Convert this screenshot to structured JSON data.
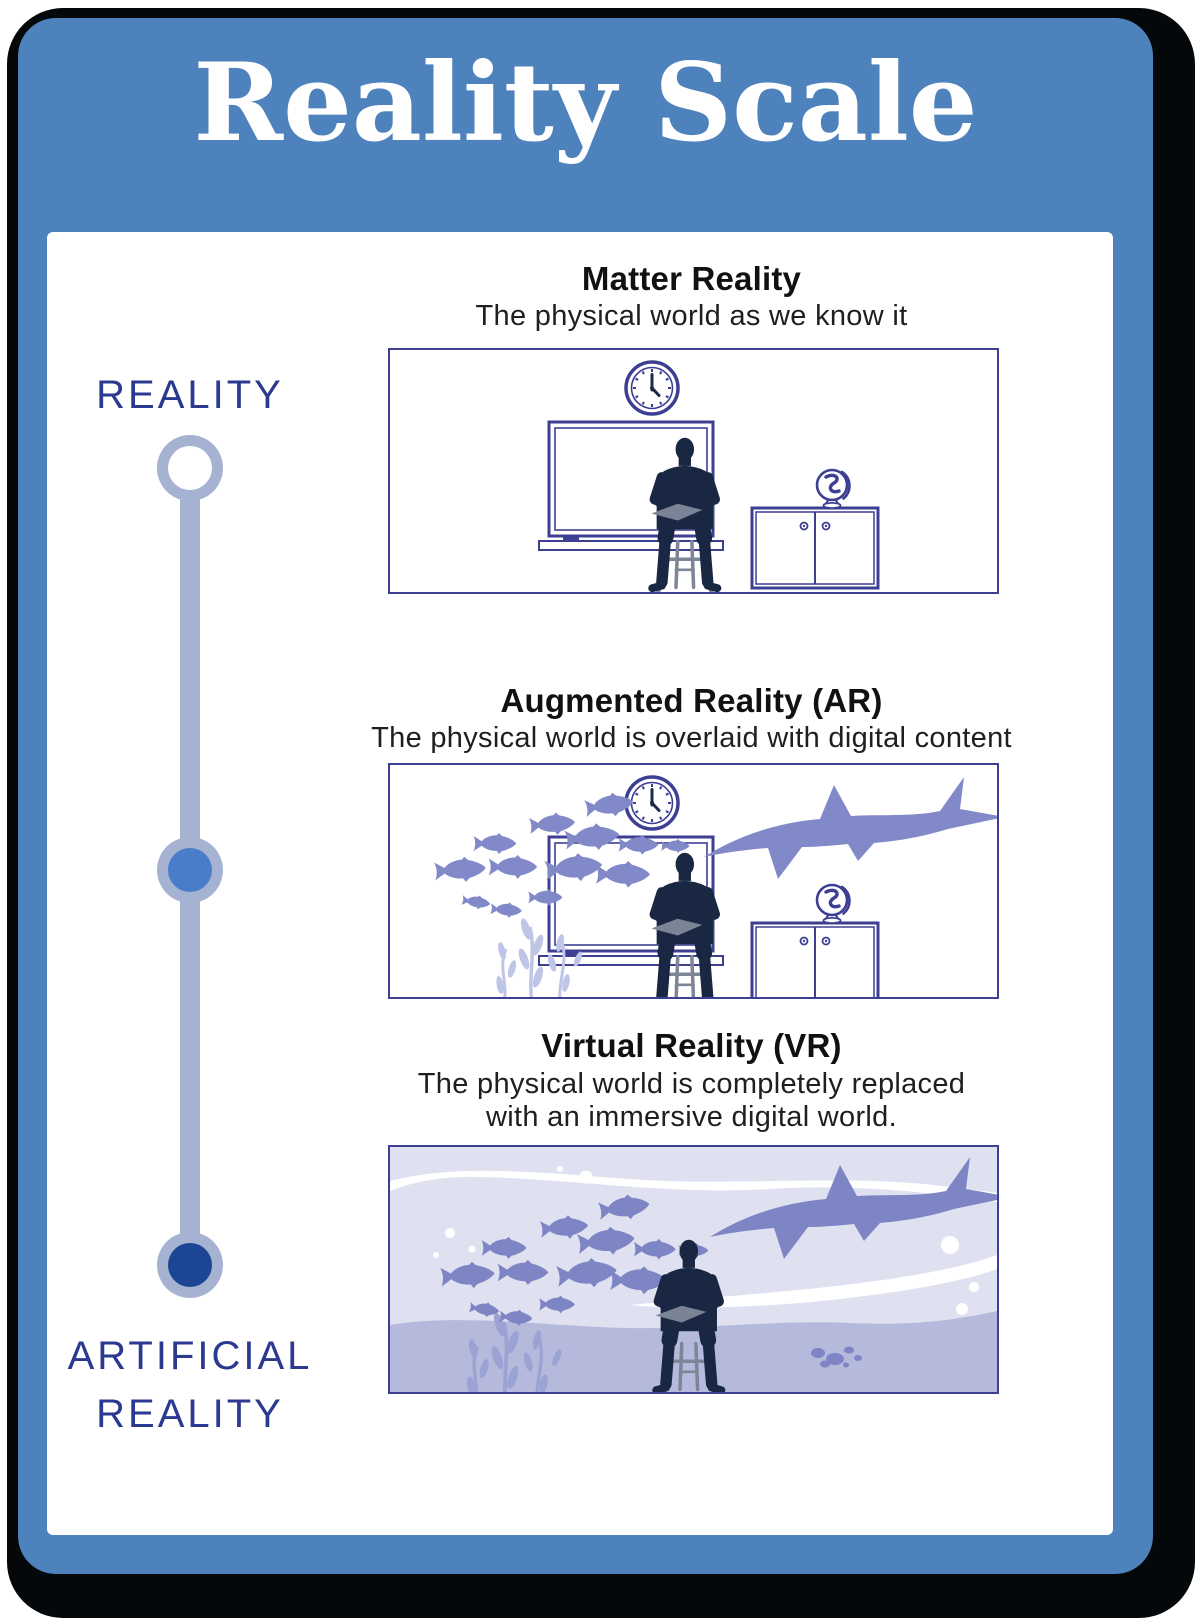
{
  "title": "Reality Scale",
  "scale": {
    "top_label": "REALITY",
    "bottom_label_line1": "ARTIFICIAL",
    "bottom_label_line2": "REALITY",
    "marker_styles": [
      "hollow-circle",
      "medium-blue-filled-circle",
      "dark-blue-filled-circle"
    ]
  },
  "sections": [
    {
      "heading": "Matter Reality",
      "description": "The physical world as we know it",
      "illustration": "classroom-scene",
      "illustration_icons": [
        "clock-icon",
        "whiteboard-icon",
        "seated-person-silhouette",
        "chair-icon",
        "cabinet-icon",
        "globe-icon"
      ]
    },
    {
      "heading": "Augmented Reality (AR)",
      "description": "The physical world is overlaid with digital content",
      "illustration": "classroom-scene-with-digital-overlay",
      "illustration_icons": [
        "clock-icon",
        "whiteboard-icon",
        "seated-person-silhouette",
        "chair-icon",
        "cabinet-icon",
        "globe-icon",
        "fish-school-icon",
        "shark-icon",
        "seaweed-icon"
      ]
    },
    {
      "heading": "Virtual Reality (VR)",
      "description_lines": [
        "The physical world is completely replaced",
        "with an immersive digital world."
      ],
      "illustration": "immersive-underwater-scene",
      "illustration_icons": [
        "fish-school-icon",
        "shark-icon",
        "seaweed-icon",
        "bubbles-icon",
        "wave-icon",
        "rocks-icon",
        "seated-person-silhouette",
        "chair-icon"
      ]
    }
  ],
  "colors": {
    "frame_black": "#05080a",
    "frame_blue": "#4e82bc",
    "card_white": "#ffffff",
    "outline_indigo": "#3c3f92",
    "label_navy": "#2b3990",
    "rail_gray_blue": "#a6b2d2",
    "rail_mid_dot": "#4a7dc9",
    "rail_end_dot": "#1c4694",
    "overlay_purple": "#8289c9",
    "overlay_seaweed_light": "#bfc5e6",
    "vr_background": "#dfe1f1",
    "vr_floor": "#b5badd",
    "vr_purple": "#7d85c4",
    "person_navy": "#192743",
    "chair_gray": "#7c8696",
    "book_gray": "#7a8496"
  }
}
